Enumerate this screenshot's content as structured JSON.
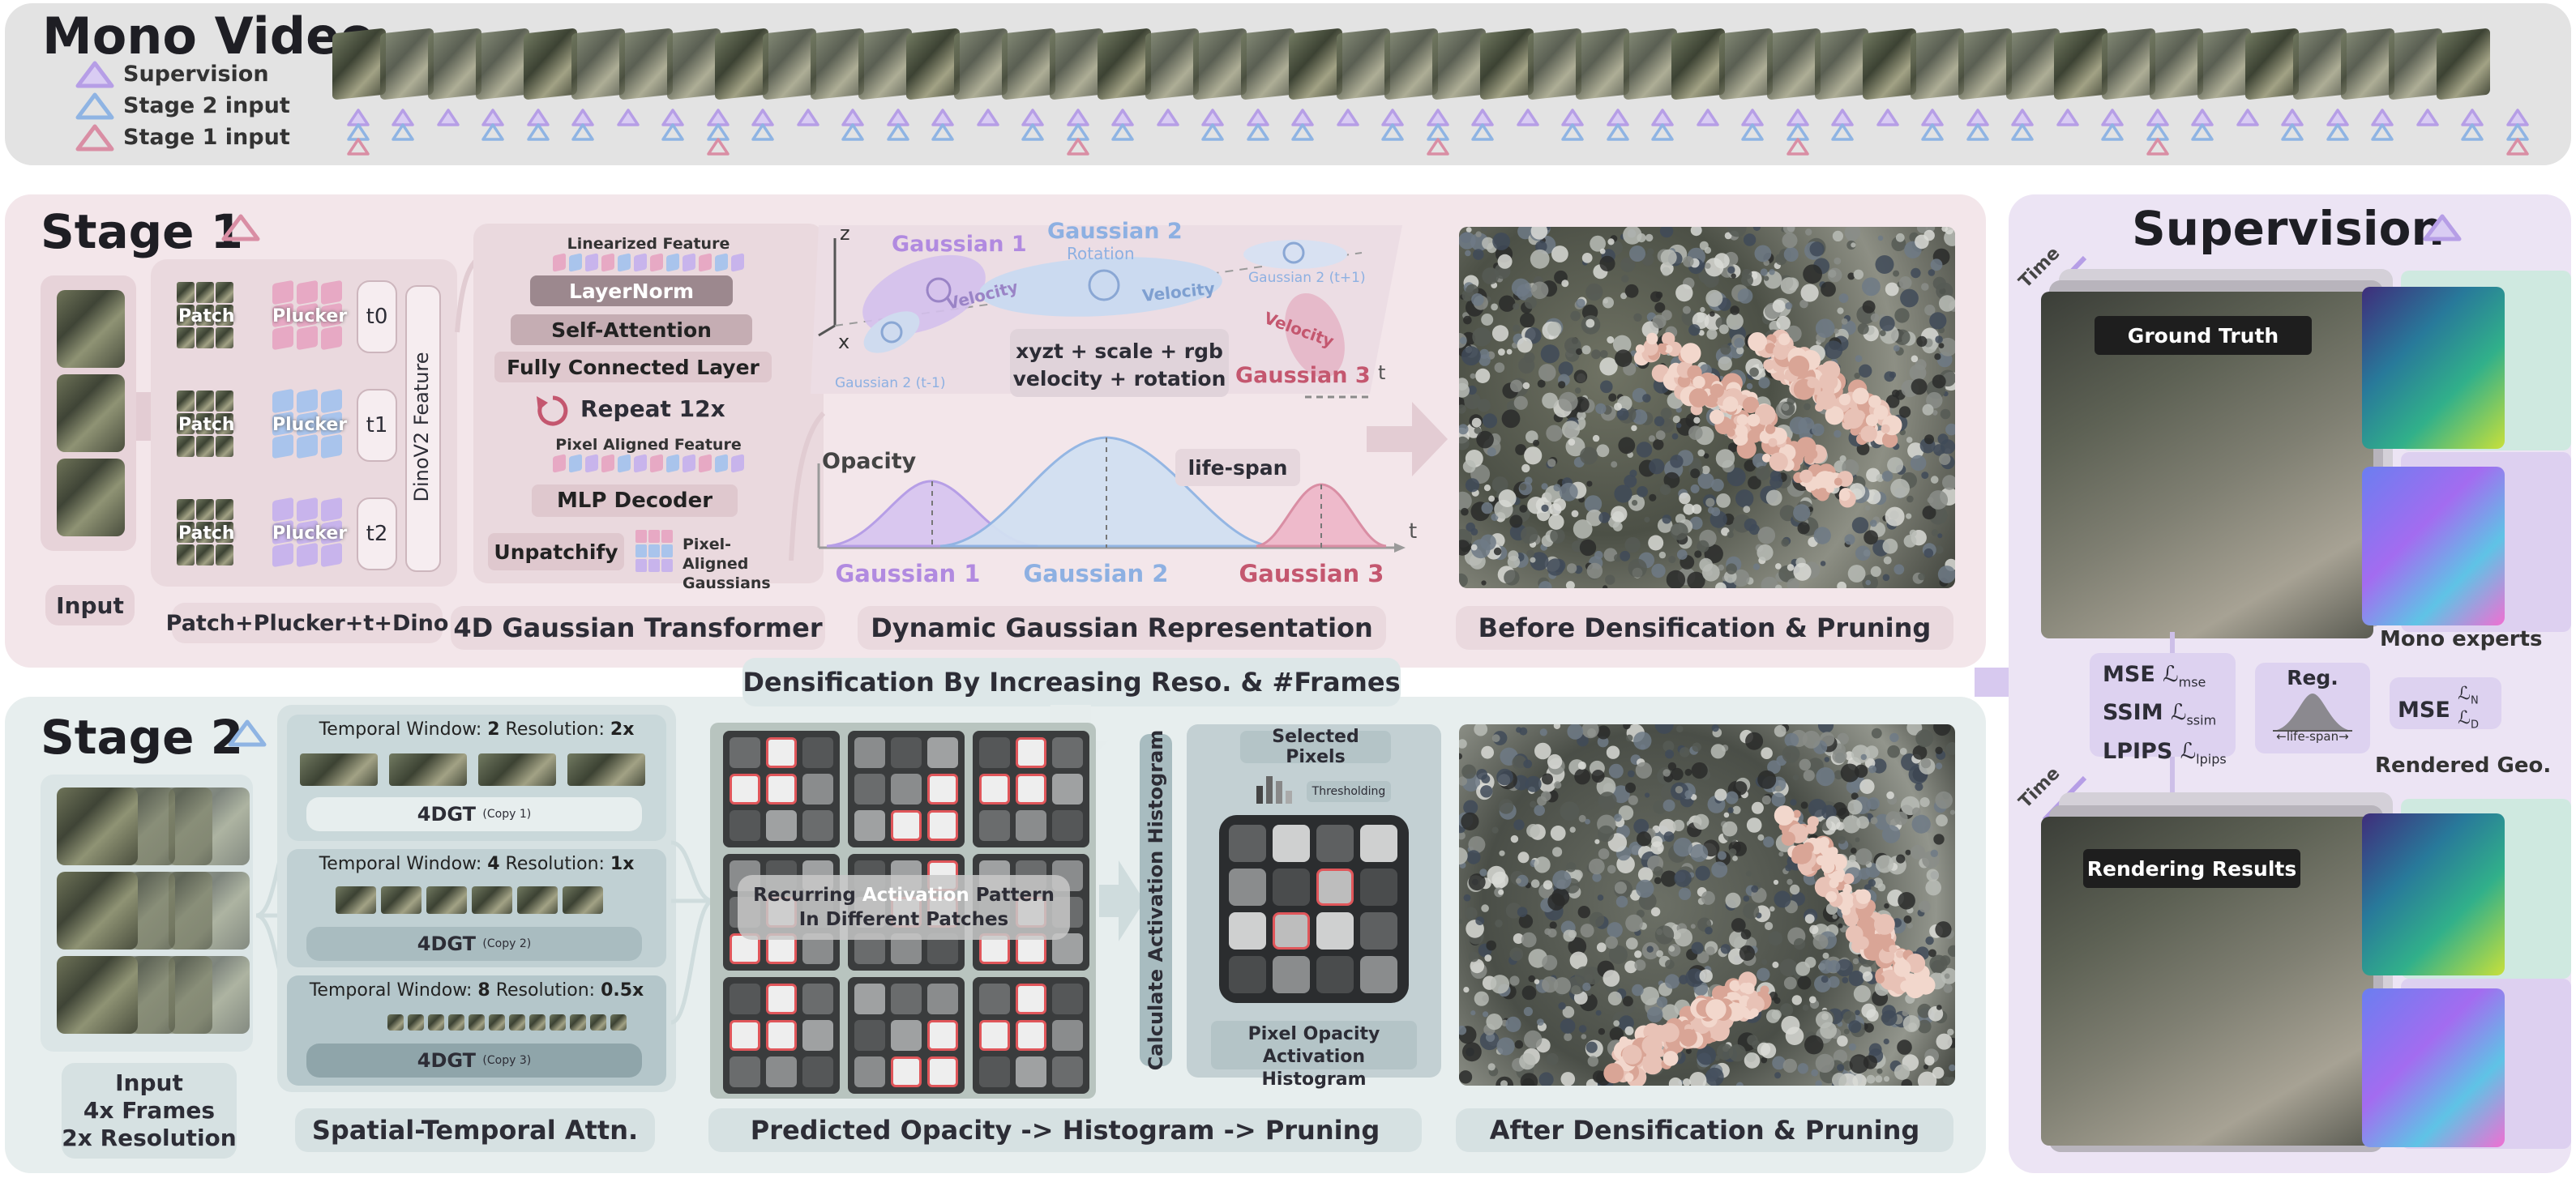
{
  "mono_video": {
    "title": "Mono Video",
    "legend": [
      {
        "label": "Supervision",
        "color": "#b69ee6"
      },
      {
        "label": "Stage 2 input",
        "color": "#8fb4e3"
      },
      {
        "label": "Stage 1 input",
        "color": "#d98ea4"
      }
    ]
  },
  "stage1": {
    "title": "Stage 1",
    "input_label": "Input",
    "patch_word": "Patch",
    "plucker_word": "Plucker",
    "times": [
      "t0",
      "t1",
      "t2"
    ],
    "dino_label": "DinoV2 Feature",
    "patch_caption": "Patch+Plucker+t+Dino",
    "transformer": {
      "linearized": "Linearized Feature",
      "layers": [
        "LayerNorm",
        "Self-Attention",
        "Fully Connected Layer"
      ],
      "repeat": "Repeat 12x",
      "pixel_aligned_feature": "Pixel Aligned Feature",
      "decoder": "MLP Decoder",
      "unpatchify": "Unpatchify",
      "pixel_aligned_gaussians": "Pixel-Aligned Gaussians",
      "caption": "4D Gaussian Transformer"
    },
    "representation": {
      "axis_z": "z",
      "axis_x": "x",
      "axis_t": "t",
      "g1": "Gaussian 1",
      "g2": "Gaussian 2",
      "g2_rotation": "Rotation",
      "g3": "Gaussian 3",
      "velocity": "Velocity",
      "g2_prev": "Gaussian 2 (t-1)",
      "g2_next": "Gaussian 2 (t+1)",
      "attrs_line1": "xyzt + scale + rgb",
      "attrs_line2": "velocity + rotation",
      "opacity_label": "Opacity",
      "lifespan_label": "life-span",
      "curve_labels": [
        "Gaussian 1",
        "Gaussian 2",
        "Gaussian 3"
      ],
      "caption": "Dynamic Gaussian Representation"
    },
    "before_caption": "Before Densification & Pruning"
  },
  "stage2": {
    "title": "Stage 2",
    "input_lines": [
      "Input",
      "4x Frames",
      "2x Resolution"
    ],
    "windows": [
      {
        "prefix": "Temporal Window: ",
        "frames": "2",
        "mid": " Resolution: ",
        "res": "2x",
        "model": "4DGT",
        "copy": "(Copy 1)"
      },
      {
        "prefix": "Temporal Window: ",
        "frames": "4",
        "mid": " Resolution: ",
        "res": "1x",
        "model": "4DGT",
        "copy": "(Copy 2)"
      },
      {
        "prefix": "Temporal Window: ",
        "frames": "8",
        "mid": " Resolution: ",
        "res": "0.5x",
        "model": "4DGT",
        "copy": "(Copy 3)"
      }
    ],
    "st_caption": "Spatial-Temporal Attn.",
    "densification_title": "Densification By Increasing Reso. & #Frames",
    "recurring_1": "Recurring ",
    "recurring_activation": "Activation",
    "recurring_2": " Pattern",
    "recurring_3": "In Different Patches",
    "calc_hist": "Calculate Activation Histogram",
    "selected_pixels": "Selected Pixels",
    "thresholding": "Thresholding",
    "hist_caption_1": "Pixel Opacity",
    "hist_caption_2": "Activation Histogram",
    "pipeline_caption": "Predicted Opacity -> Histogram -> Pruning",
    "after_caption": "After Densification & Pruning"
  },
  "supervision": {
    "title": "Supervision",
    "time_label": "Time",
    "ground_truth": "Ground Truth",
    "rendering_results": "Rendering Results",
    "mono_experts": "Mono experts",
    "rendered_geo": "Rendered Geo.",
    "losses": [
      {
        "name": "MSE",
        "symbol": "ℒ",
        "sub": "mse"
      },
      {
        "name": "SSIM",
        "symbol": "ℒ",
        "sub": "ssim"
      },
      {
        "name": "LPIPS",
        "symbol": "ℒ",
        "sub": "lpips"
      }
    ],
    "reg_label": "Reg.",
    "reg_lifespan": "life-span",
    "geo_mse": "MSE",
    "geo_symbol": "ℒ",
    "geo_sub_n": "N",
    "geo_sub_d": "D"
  }
}
